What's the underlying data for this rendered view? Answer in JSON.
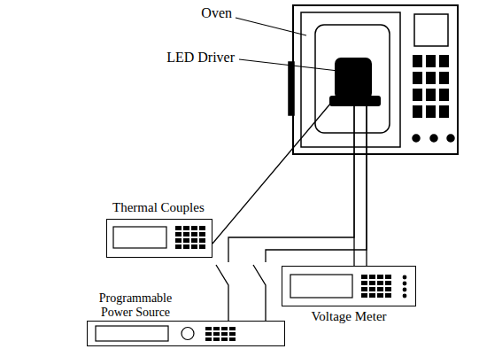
{
  "diagram": {
    "nodes": [
      {
        "text": [
          "Oven"
        ]
      },
      {
        "text": [
          "LED Driver"
        ],
        "in": 0
      },
      {
        "text": [
          "Thermal Couples"
        ]
      },
      {
        "text": [
          "Programmable Power Source"
        ]
      },
      {
        "text": [
          "Voltage Meter"
        ]
      }
    ],
    "edges": [
      {
        "from": 2,
        "to": 1,
        "arrow": "none"
      },
      {
        "from": 3,
        "to": 1,
        "arrow": "none"
      },
      {
        "from": 3,
        "to": 1,
        "arrow": "none"
      },
      {
        "from": 4,
        "to": 1,
        "arrow": "none"
      },
      {
        "from": 4,
        "to": 1,
        "arrow": "none"
      }
    ]
  }
}
